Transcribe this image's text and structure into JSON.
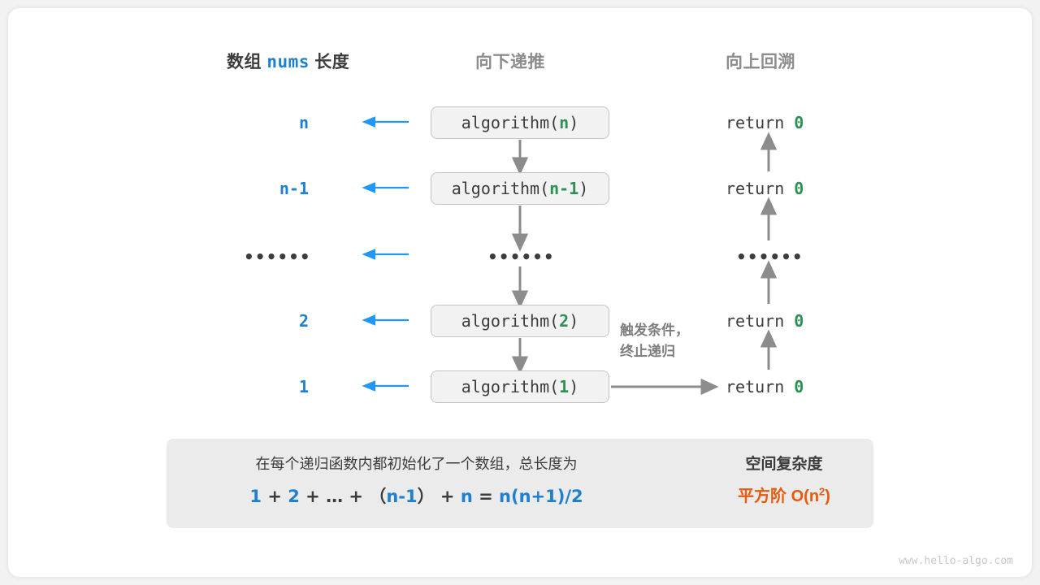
{
  "headers": {
    "left_prefix": "数组",
    "left_mono": "nums",
    "left_suffix": "长度",
    "middle": "向下递推",
    "right": "向上回溯"
  },
  "rows": [
    {
      "length": "n",
      "call_name": "algorithm(",
      "call_arg": "n",
      "call_close": ")",
      "ret_label": "return",
      "ret_value": "0"
    },
    {
      "length": "n-1",
      "call_name": "algorithm(",
      "call_arg": "n-1",
      "call_close": ")",
      "ret_label": "return",
      "ret_value": "0"
    },
    {
      "length": "••••••",
      "call_name": "••••••",
      "call_arg": "",
      "call_close": "",
      "ret_label": "••••••",
      "ret_value": ""
    },
    {
      "length": "2",
      "call_name": "algorithm(",
      "call_arg": "2",
      "call_close": ")",
      "ret_label": "return",
      "ret_value": "0"
    },
    {
      "length": "1",
      "call_name": "algorithm(",
      "call_arg": "1",
      "call_close": ")",
      "ret_label": "return",
      "ret_value": "0"
    }
  ],
  "note": {
    "line1": "触发条件，",
    "line2": "终止递归"
  },
  "summary": {
    "description": "在每个递归函数内都初始化了一个数组，总长度为",
    "formula": {
      "t1": "1",
      "op1": "+",
      "t2": "2",
      "op2": "+",
      "t3": "…",
      "op3": "+",
      "paren_open": "（",
      "t4": "n-1",
      "paren_close": "）",
      "op4": "+",
      "t5": "n",
      "eq": "=",
      "result": "n(n+1)/2"
    },
    "right_title": "空间复杂度",
    "right_value_prefix": "平方阶",
    "right_value_big_o": "O(n",
    "right_value_exp": "2",
    "right_value_tail": ")"
  },
  "watermark": "www.hello-algo.com",
  "colors": {
    "blue": "#1f7fd0",
    "green": "#2e9153",
    "orange": "#e8590c",
    "gray_arrow": "#8c8c8c",
    "blue_arrow": "#2196f3",
    "box_fill": "#f2f2f2",
    "panel_fill": "#ebebeb"
  }
}
